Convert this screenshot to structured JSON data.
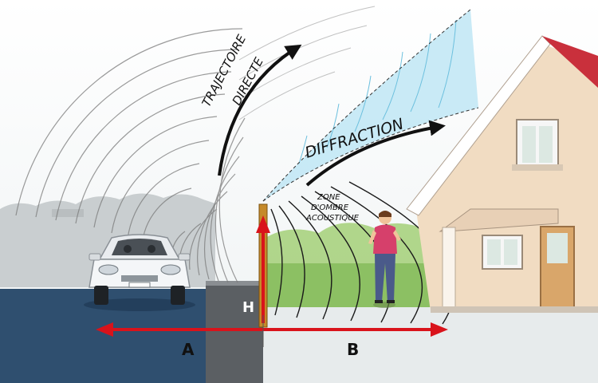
{
  "labels": {
    "direct_line1": "TRAJECTOIRE",
    "direct_line2": "DIRECTE",
    "diffraction": "DIFFRACTION",
    "zone_line1": "ZONE",
    "zone_line2": "D'OMBRE",
    "zone_line3": "ACOUSTIQUE",
    "distance_a": "A",
    "distance_b": "B",
    "height_h": "H"
  },
  "colors": {
    "arrow_red": "#d9131b",
    "road": "#2f4f6f",
    "grass": "#8cc063",
    "diffraction_fill": "#bfe6f4",
    "roof": "#c9303c",
    "house_wall": "#f1dcc2",
    "barrier": "#c58a2a"
  },
  "icons": {
    "car": "car-icon",
    "person": "person-icon",
    "house": "house-icon",
    "barrier": "noise-barrier-icon"
  }
}
